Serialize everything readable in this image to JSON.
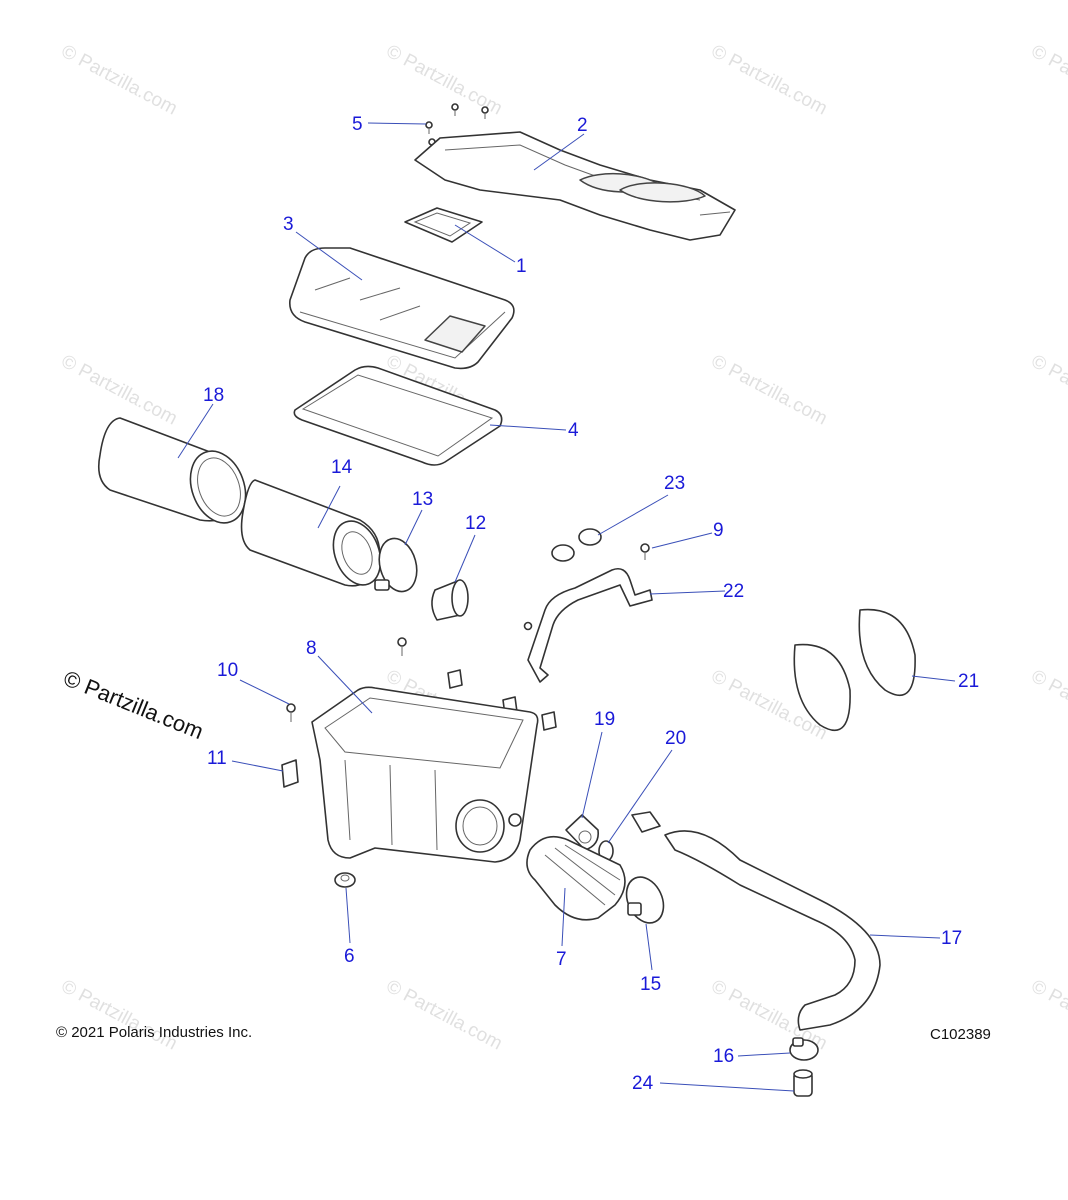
{
  "watermark": {
    "text": "© Partzilla.com",
    "prominent_text": "© Partzilla.com"
  },
  "footer": {
    "copyright": "© 2021 Polaris Industries Inc.",
    "drawing_number": "C102389"
  },
  "callouts": [
    {
      "id": "1",
      "label": "1"
    },
    {
      "id": "2",
      "label": "2"
    },
    {
      "id": "3",
      "label": "3"
    },
    {
      "id": "4",
      "label": "4"
    },
    {
      "id": "5",
      "label": "5"
    },
    {
      "id": "6",
      "label": "6"
    },
    {
      "id": "7",
      "label": "7"
    },
    {
      "id": "8",
      "label": "8"
    },
    {
      "id": "9",
      "label": "9"
    },
    {
      "id": "10",
      "label": "10"
    },
    {
      "id": "11",
      "label": "11"
    },
    {
      "id": "12",
      "label": "12"
    },
    {
      "id": "13",
      "label": "13"
    },
    {
      "id": "14",
      "label": "14"
    },
    {
      "id": "15",
      "label": "15"
    },
    {
      "id": "16",
      "label": "16"
    },
    {
      "id": "17",
      "label": "17"
    },
    {
      "id": "18",
      "label": "18"
    },
    {
      "id": "19",
      "label": "19"
    },
    {
      "id": "20",
      "label": "20"
    },
    {
      "id": "21",
      "label": "21"
    },
    {
      "id": "22",
      "label": "22"
    },
    {
      "id": "23",
      "label": "23"
    },
    {
      "id": "24",
      "label": "24"
    }
  ],
  "colors": {
    "callout_text": "#1a1ad8",
    "leader_line": "#3a4fb8",
    "watermark": "#c8c8c8"
  }
}
